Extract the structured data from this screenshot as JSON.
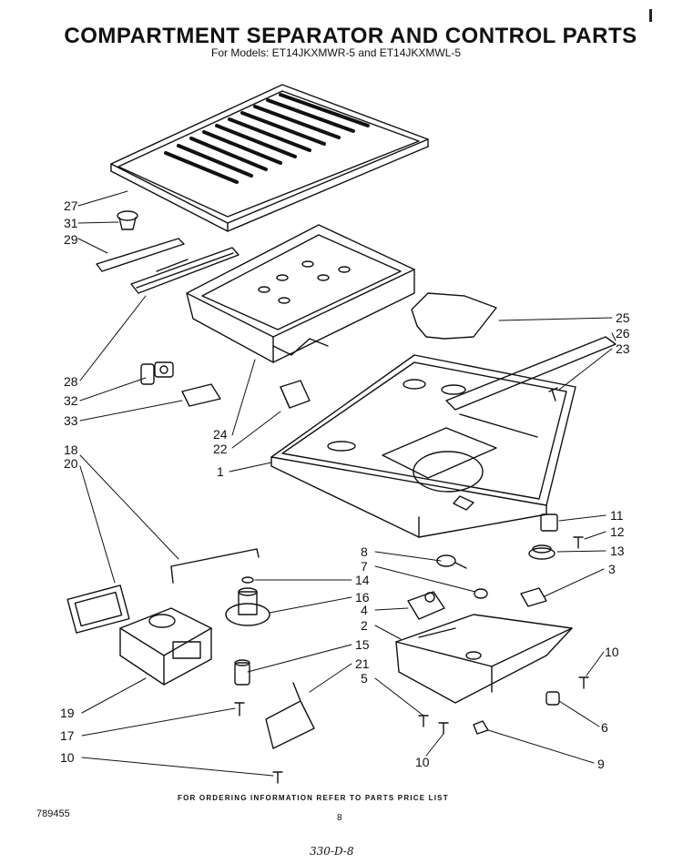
{
  "header": {
    "title": "COMPARTMENT SEPARATOR AND CONTROL PARTS",
    "subtitle": "For Models: ET14JKXMWR-5 and ET14JKXMWL-5"
  },
  "callouts": {
    "c27": "27",
    "c31": "31",
    "c29": "29",
    "c28": "28",
    "c32": "32",
    "c33": "33",
    "c24": "24",
    "c22": "22",
    "c1": "1",
    "c25": "25",
    "c26": "26",
    "c23": "23",
    "c18": "18",
    "c20": "20",
    "c11": "11",
    "c12": "12",
    "c13": "13",
    "c8": "8",
    "c7": "7",
    "c14": "14",
    "c16": "16",
    "c3": "3",
    "c4": "4",
    "c2": "2",
    "c15": "15",
    "c21": "21",
    "c5": "5",
    "c10a": "10",
    "c10b": "10",
    "c10c": "10",
    "c19": "19",
    "c17": "17",
    "c6": "6",
    "c9": "9"
  },
  "footer": {
    "ordering_note": "FOR ORDERING INFORMATION REFER TO PARTS PRICE LIST",
    "doc_number": "789455",
    "page_number": "8",
    "handwritten_note": "330-D-8"
  }
}
